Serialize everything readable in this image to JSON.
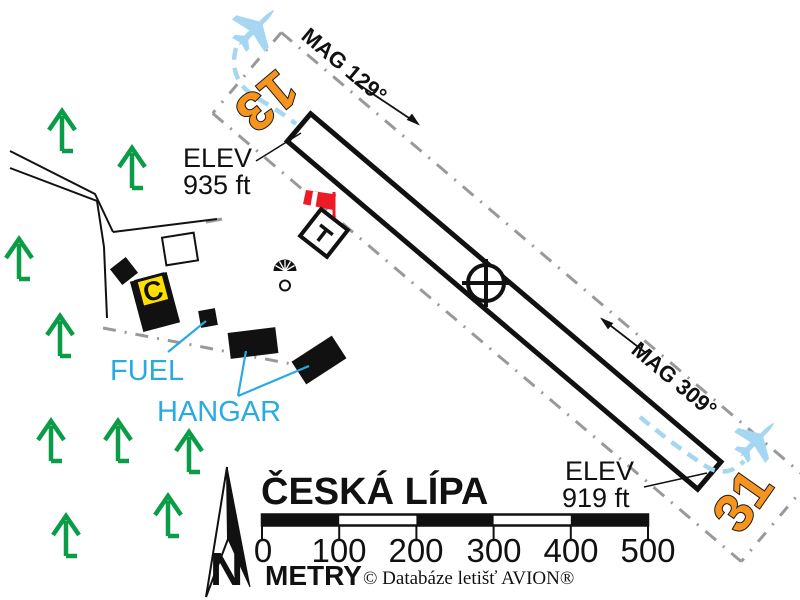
{
  "map_title": "ČESKÁ LÍPA",
  "runway": {
    "number_13": "13",
    "number_31": "31",
    "mag_13": "MAG 129°",
    "mag_31": "MAG 309°",
    "elev_13_label": "ELEV",
    "elev_13_value": "935 ft",
    "elev_31_label": "ELEV",
    "elev_31_value": "919 ft"
  },
  "facilities": {
    "fuel_label": "FUEL",
    "hangar_label": "HANGAR",
    "clubhouse_letter": "C"
  },
  "scale_bar": {
    "unit_label": "METRY",
    "ticks": [
      "0",
      "100",
      "200",
      "300",
      "400",
      "500"
    ]
  },
  "compass": {
    "north_label": "N"
  },
  "copyright": "© Databáze letišť AVION®",
  "colors": {
    "runway_number_orange": "#F7941E",
    "pattern_blue": "#A5D7F2",
    "label_cyan": "#29ABE2",
    "tree_green": "#0A9C46",
    "windsock_red": "#ED1C24",
    "clubhouse_yellow": "#FFE000",
    "boundary_gray": "#999999"
  }
}
